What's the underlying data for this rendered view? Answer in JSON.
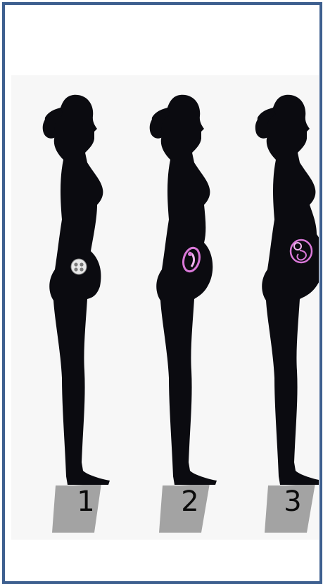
{
  "stages": [
    {
      "label": "1",
      "fetus": "round-embryo-icon"
    },
    {
      "label": "2",
      "fetus": "curled-fetus-icon"
    },
    {
      "label": "3",
      "fetus": "developed-fetus-icon"
    }
  ],
  "colors": {
    "frame": "#3d5f8f",
    "silhouette": "#0b0b10",
    "fetus_pink": "#d978d8",
    "shadow": "#9a9a9a"
  }
}
